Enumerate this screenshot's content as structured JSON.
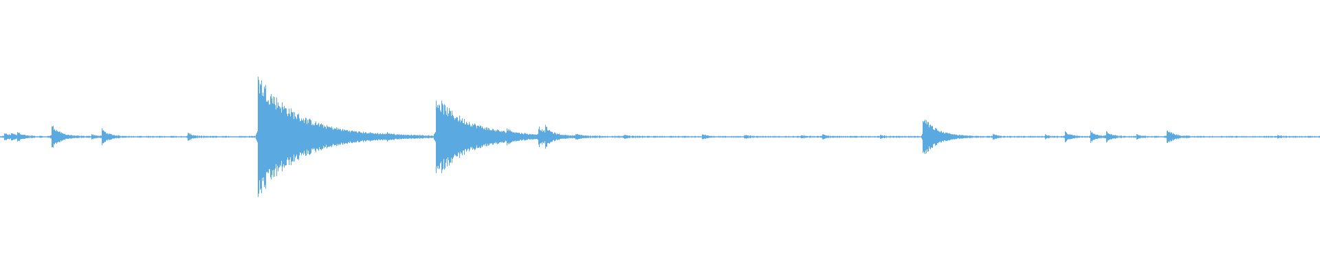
{
  "colors": {
    "waveform": "#5aa9e0",
    "background": "#ffffff"
  },
  "chart_data": {
    "type": "area",
    "title": "",
    "xlabel": "",
    "ylabel": "",
    "x_range": [
      0,
      1
    ],
    "y_range": [
      -1,
      1
    ],
    "grid": false,
    "legend": "none",
    "baseline_amplitude": 0.006,
    "transients": [
      {
        "x": 0.003,
        "peak": 0.03,
        "decay": 0.004
      },
      {
        "x": 0.008,
        "peak": 0.025,
        "decay": 0.004
      },
      {
        "x": 0.013,
        "peak": 0.03,
        "decay": 0.004
      },
      {
        "x": 0.039,
        "peak": 0.1,
        "decay": 0.006
      },
      {
        "x": 0.069,
        "peak": 0.02,
        "decay": 0.003
      },
      {
        "x": 0.077,
        "peak": 0.06,
        "decay": 0.005
      },
      {
        "x": 0.142,
        "peak": 0.03,
        "decay": 0.004
      },
      {
        "x": 0.195,
        "peak": 0.5,
        "decay": 0.03
      },
      {
        "x": 0.293,
        "peak": 0.015,
        "decay": 0.003
      },
      {
        "x": 0.33,
        "peak": 0.32,
        "decay": 0.025
      },
      {
        "x": 0.384,
        "peak": 0.03,
        "decay": 0.004
      },
      {
        "x": 0.408,
        "peak": 0.07,
        "decay": 0.005
      },
      {
        "x": 0.413,
        "peak": 0.05,
        "decay": 0.005
      },
      {
        "x": 0.436,
        "peak": 0.015,
        "decay": 0.003
      },
      {
        "x": 0.473,
        "peak": 0.012,
        "decay": 0.003
      },
      {
        "x": 0.532,
        "peak": 0.02,
        "decay": 0.003
      },
      {
        "x": 0.564,
        "peak": 0.015,
        "decay": 0.003
      },
      {
        "x": 0.607,
        "peak": 0.01,
        "decay": 0.003
      },
      {
        "x": 0.623,
        "peak": 0.02,
        "decay": 0.003
      },
      {
        "x": 0.667,
        "peak": 0.01,
        "decay": 0.003
      },
      {
        "x": 0.699,
        "peak": 0.17,
        "decay": 0.01
      },
      {
        "x": 0.752,
        "peak": 0.02,
        "decay": 0.003
      },
      {
        "x": 0.792,
        "peak": 0.015,
        "decay": 0.003
      },
      {
        "x": 0.807,
        "peak": 0.04,
        "decay": 0.004
      },
      {
        "x": 0.826,
        "peak": 0.05,
        "decay": 0.004
      },
      {
        "x": 0.838,
        "peak": 0.04,
        "decay": 0.004
      },
      {
        "x": 0.861,
        "peak": 0.02,
        "decay": 0.003
      },
      {
        "x": 0.884,
        "peak": 0.06,
        "decay": 0.005
      },
      {
        "x": 0.968,
        "peak": 0.01,
        "decay": 0.003
      }
    ]
  }
}
